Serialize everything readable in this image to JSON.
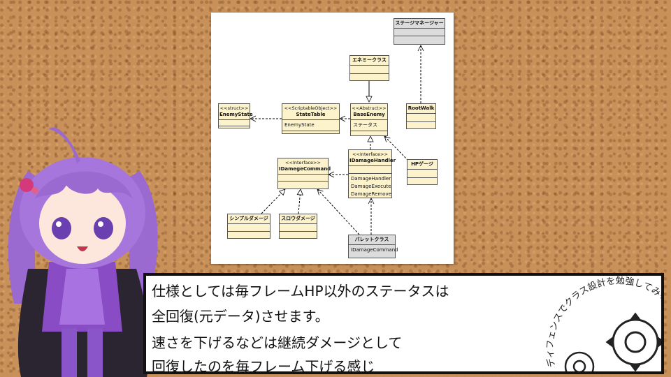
{
  "diagram": {
    "boxes": {
      "stage_manager": {
        "name": "ステージマネージャー"
      },
      "enemy_class": {
        "name": "エネミークラス"
      },
      "root_walk": {
        "name": "RootWalk"
      },
      "enemy_state": {
        "stereotype": "<<struct>>",
        "name": "EnemyState"
      },
      "state_table": {
        "stereotype": "<<ScriptableObject>>",
        "name": "StateTable",
        "field": "EnemyState"
      },
      "base_enemy": {
        "stereotype": "<<Abstruct>>",
        "name": "BaseEnemy",
        "field": "ステータス"
      },
      "hp_gauge": {
        "name": "HPゲージ"
      },
      "idamage_command": {
        "stereotype": "<<Interface>>",
        "name": "IDamegeCommand"
      },
      "idamage_handler": {
        "stereotype": "<<Interface>>",
        "name": "IDamageHandler",
        "methods": [
          "DamageHandler",
          "DamageExecute",
          "DamageRemove"
        ]
      },
      "simple_damage": {
        "name": "シンプルダメージ"
      },
      "slow_damage": {
        "name": "スロウダメージ"
      },
      "bullet_class": {
        "name": "バレットクラス",
        "field": "IDamageCommand"
      }
    }
  },
  "caption": {
    "line1": "仕様としては毎フレームHP以外のステータスは",
    "line2": "全回復(元データ)させます。",
    "line3": "速さを下げるなどは継続ダメージとして",
    "line4": "回復したのを毎フレーム下げる感じ"
  },
  "stamp": {
    "text": "ディフェンスでクラス設計を勉強してみる"
  }
}
